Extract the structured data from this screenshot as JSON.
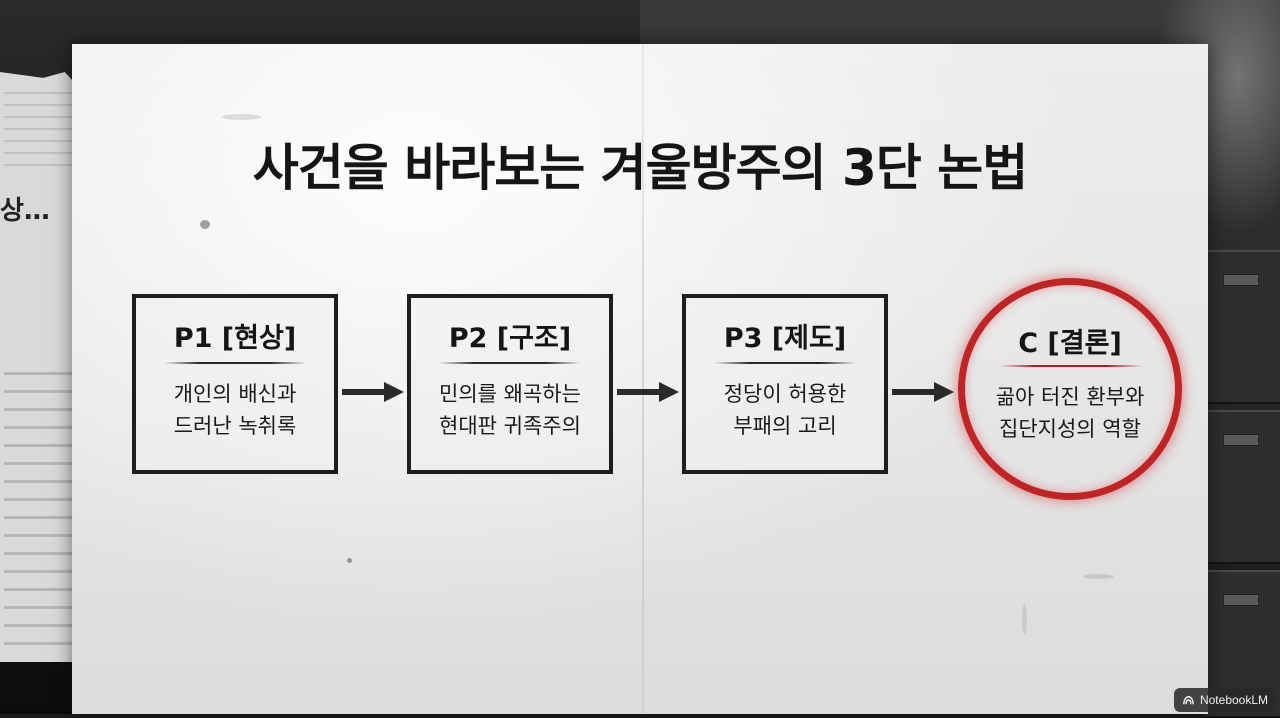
{
  "slide": {
    "title": "사건을 바라보는 겨울방주의 3단 논법",
    "torn_fragment": "상…"
  },
  "steps": [
    {
      "label": "P1 [현상]",
      "lines": [
        "개인의 배신과",
        "드러난 녹취록"
      ]
    },
    {
      "label": "P2 [구조]",
      "lines": [
        "민의를 왜곡하는",
        "현대판 귀족주의"
      ]
    },
    {
      "label": "P3 [제도]",
      "lines": [
        "정당이 허용한",
        "부패의 고리"
      ]
    }
  ],
  "conclusion": {
    "label": "C [결론]",
    "lines": [
      "곪아 터진 환부와",
      "집단지성의 역할"
    ],
    "highlight_color": "#c02424"
  },
  "branding": {
    "label": "NotebookLM",
    "icon": "notebooklm-logo-icon"
  }
}
